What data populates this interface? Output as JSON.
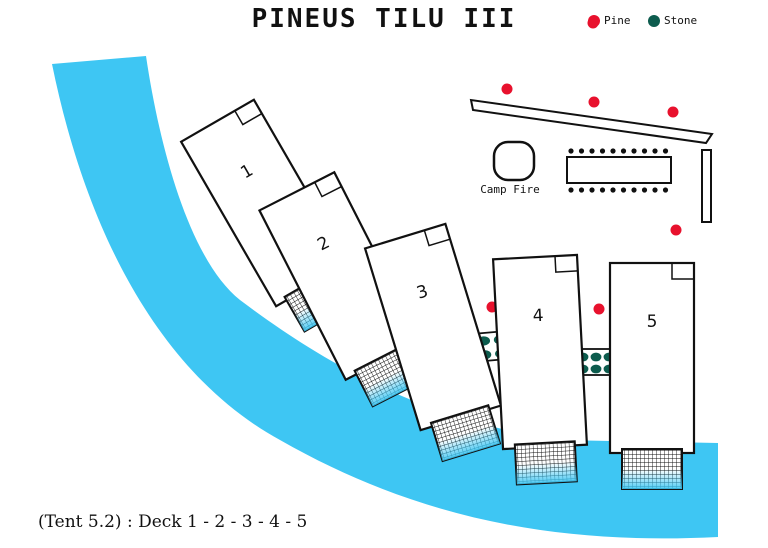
{
  "title": "PINEUS TILU III",
  "legend": [
    {
      "label": "Pine",
      "color": "#e8112d",
      "icon": "red-circle"
    },
    {
      "label": "Stone",
      "color": "#0d5c4e",
      "icon": "green-circle"
    }
  ],
  "camp_fire_label": "Camp Fire",
  "tents": [
    {
      "number": "1"
    },
    {
      "number": "2"
    },
    {
      "number": "3"
    },
    {
      "number": "4"
    },
    {
      "number": "5"
    }
  ],
  "caption": "(Tent 5.2) : Deck 1 - 2 - 3 - 4 - 5",
  "colors": {
    "river": "#3ec6f3",
    "pine": "#e8112d",
    "stone": "#0d5c4e",
    "outline": "#111111"
  }
}
